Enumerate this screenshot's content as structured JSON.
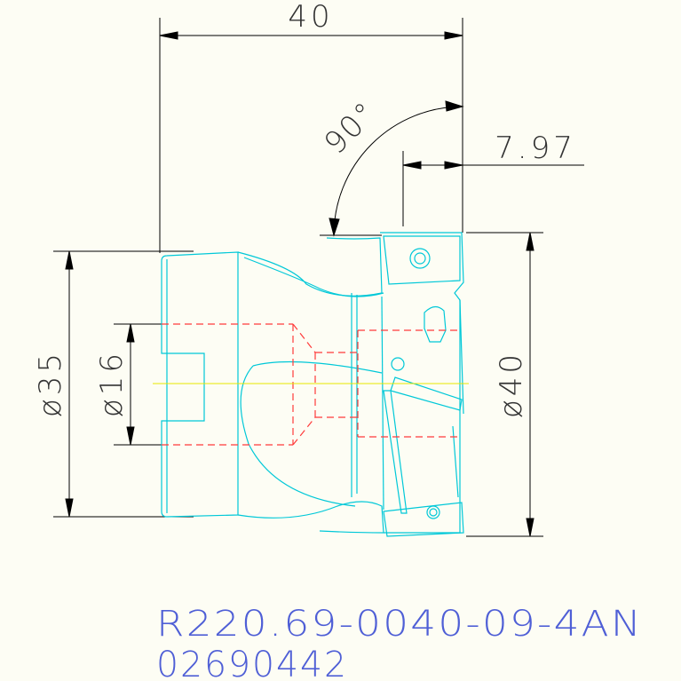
{
  "dimensions": {
    "overall_length": "40",
    "angle": "90°",
    "insert_offset": "7.97",
    "shank_diameter": "ø35",
    "bore_diameter": "ø16",
    "cutting_diameter": "ø40"
  },
  "title_block": {
    "part_number": "R220.69-0040-09-4AN",
    "order_code": "02690442"
  },
  "colors": {
    "background": "#fdfdf4",
    "dimension_lines": "#000000",
    "part_outline": "#00c8d8",
    "hidden_lines": "#ff3b3b",
    "center_line": "#e6e600",
    "title_text": "#4f5fd6"
  }
}
